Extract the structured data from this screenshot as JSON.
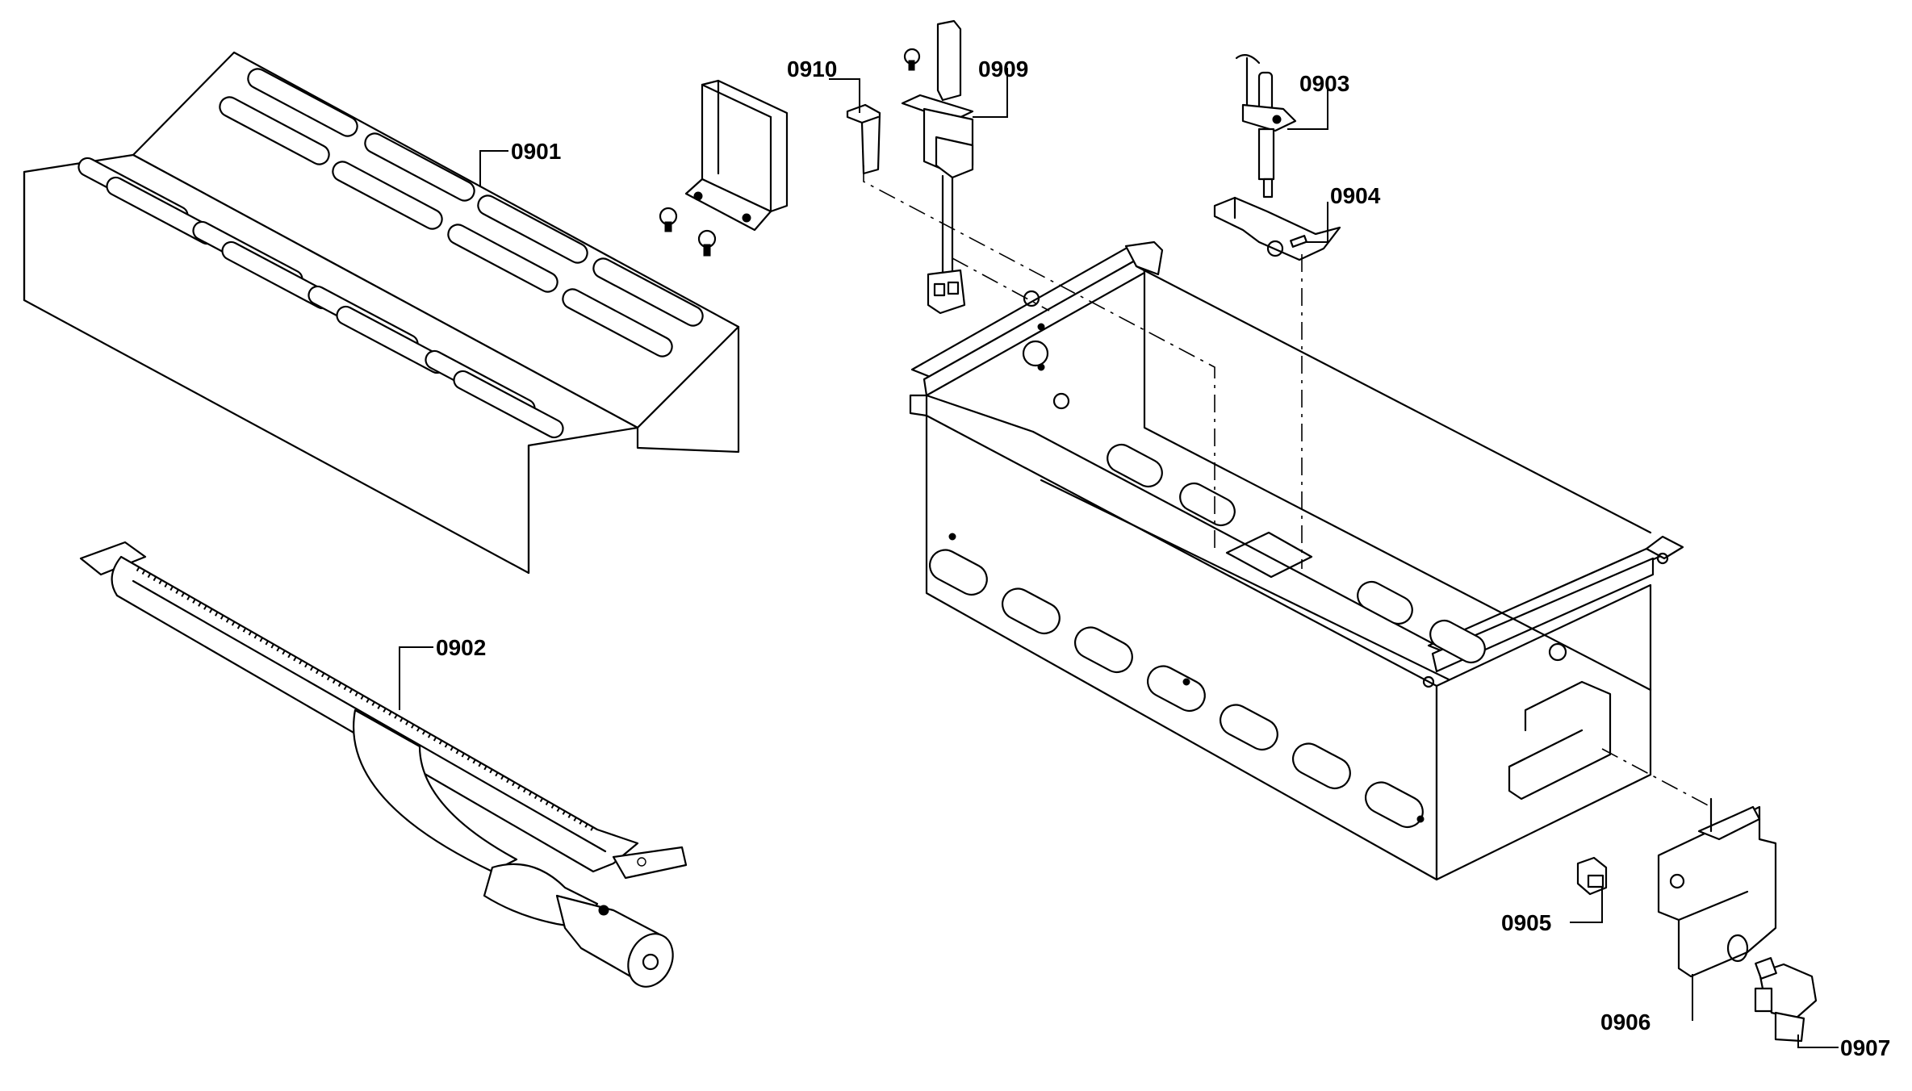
{
  "parts": [
    {
      "id": "heat-shield",
      "label": "0901"
    },
    {
      "id": "burner-tube",
      "label": "0902"
    },
    {
      "id": "thermocouple",
      "label": "0903"
    },
    {
      "id": "thermocouple-bracket",
      "label": "0904"
    },
    {
      "id": "orifice-nut",
      "label": "0905"
    },
    {
      "id": "valve-bracket",
      "label": "0906"
    },
    {
      "id": "gas-valve",
      "label": "0907"
    },
    {
      "id": "igniter",
      "label": "0909"
    },
    {
      "id": "igniter-clip",
      "label": "0910"
    }
  ]
}
